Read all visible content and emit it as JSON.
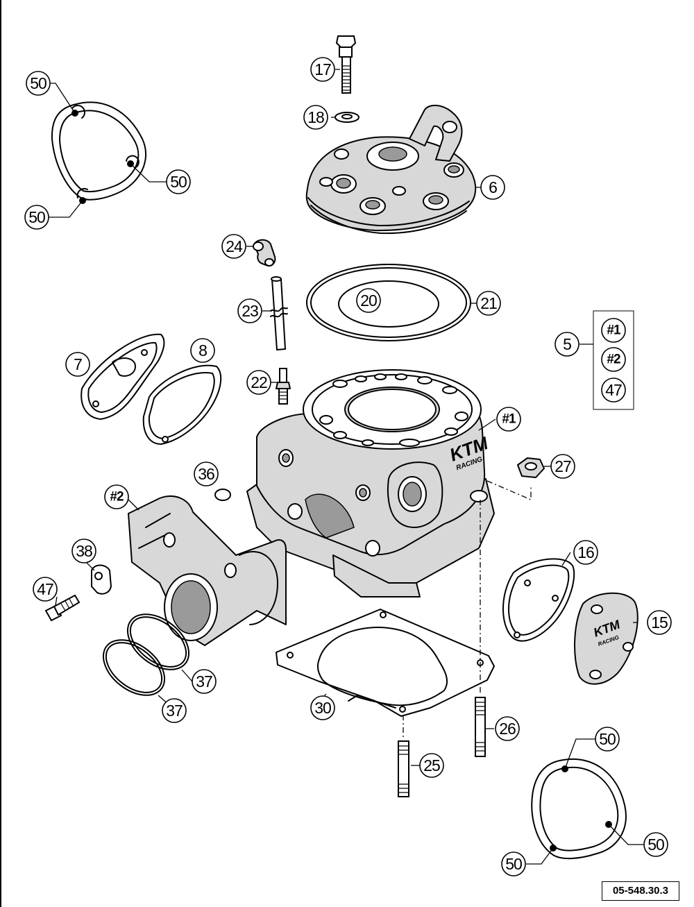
{
  "diagram": {
    "reference_code": "05-548.30.3",
    "callouts": {
      "c5": "5",
      "c6": "6",
      "c7": "7",
      "c8": "8",
      "c15": "15",
      "c16": "16",
      "c17": "17",
      "c18": "18",
      "c20": "20",
      "c21": "21",
      "c22": "22",
      "c23": "23",
      "c24": "24",
      "c25": "25",
      "c26": "26",
      "c27": "27",
      "c30": "30",
      "c36": "36",
      "c37a": "37",
      "c37b": "37",
      "c38": "38",
      "c47": "47",
      "c50": "50",
      "h1": "#1",
      "h2": "#2"
    },
    "group_5_items": [
      "#1",
      "#2",
      "47"
    ],
    "cylinder_logo": "KTM",
    "cylinder_logo_sub": "RACING",
    "cover_logo": "KTM",
    "cover_logo_sub": "RACING"
  }
}
